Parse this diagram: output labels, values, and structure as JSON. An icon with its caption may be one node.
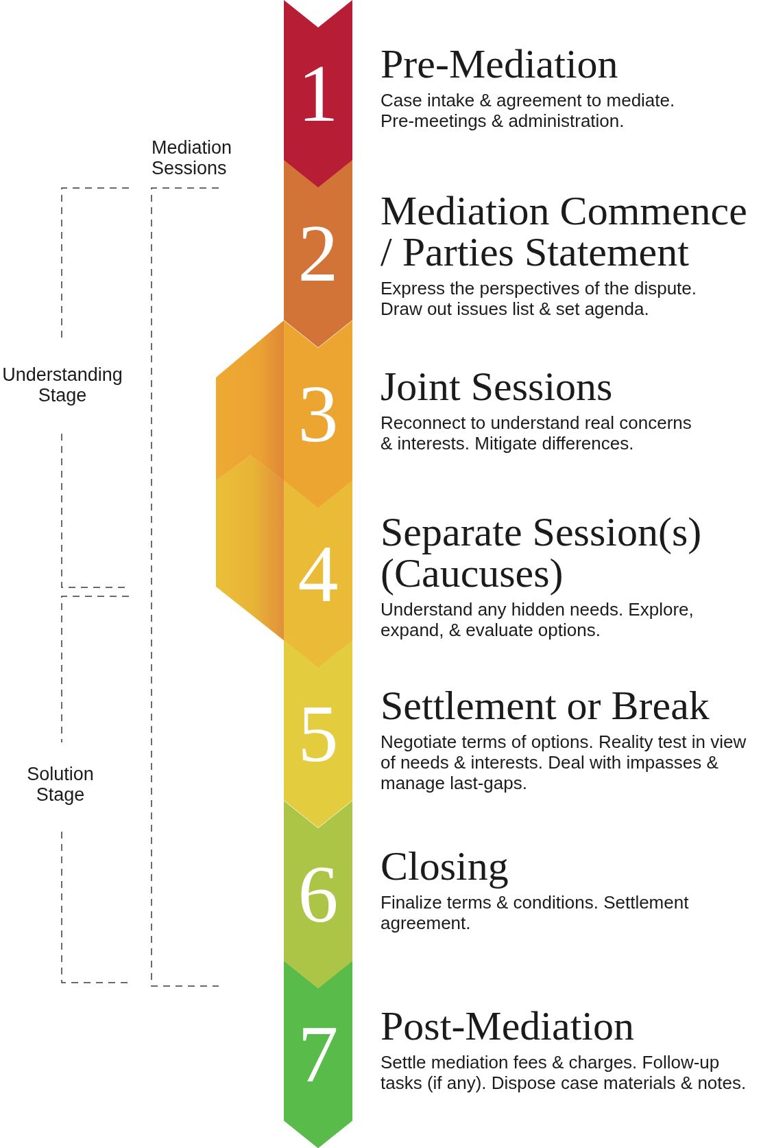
{
  "diagram": {
    "nodes": [
      {
        "text": [
          "1"
        ],
        "beside": [
          "Pre-Mediation",
          "Case intake & agreement to mediate. Pre-meetings & administration."
        ]
      },
      {
        "text": [
          "2"
        ],
        "beside": [
          "Mediation Commence / Parties Statement",
          "Express the perspectives of the dispute. Draw out issues list & set agenda."
        ]
      },
      {
        "text": [
          "3"
        ],
        "beside": [
          "Joint Sessions",
          "Reconnect to understand real concerns & interests. Mitigate differences."
        ]
      },
      {
        "text": [
          "4"
        ],
        "beside": [
          "Separate Session(s) (Caucuses)",
          "Understand any hidden needs. Explore, expand, & evaluate options."
        ]
      },
      {
        "text": [
          "5"
        ],
        "beside": [
          "Settlement or Break",
          "Negotiate terms of options. Reality test in view of needs & interests. Deal with impasses & manage last-gaps."
        ]
      },
      {
        "text": [
          "6"
        ],
        "beside": [
          "Closing",
          "Finalize terms & conditions. Settlement agreement."
        ]
      },
      {
        "text": [
          "7"
        ],
        "beside": [
          "Post-Mediation",
          "Settle mediation fees & charges. Follow-up tasks (if any). Dispose case materials & notes."
        ]
      }
    ],
    "labels": [
      "Mediation Sessions",
      "Understanding Stage",
      "Solution Stage"
    ]
  }
}
